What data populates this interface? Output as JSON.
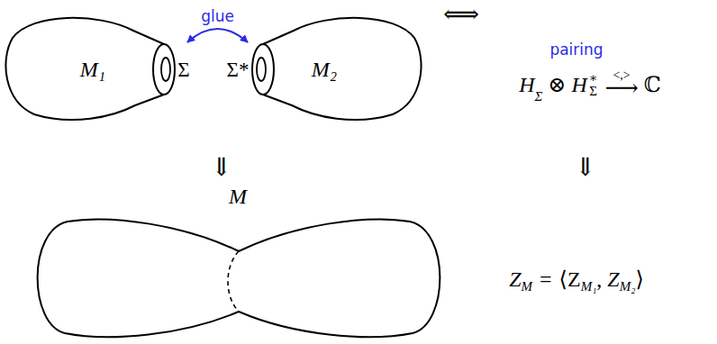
{
  "diagram": {
    "nodes": [
      {
        "text": [
          "M₁"
        ]
      },
      {
        "text": [
          "M₂"
        ]
      },
      {
        "text": [
          "M"
        ]
      }
    ],
    "edges": [
      {
        "from": 0,
        "to": 1,
        "arrow": "both",
        "label": "glue"
      }
    ],
    "labels": [
      "Σ",
      "Σ*",
      "⟺",
      "pairing",
      "H",
      "Σ",
      "⊗",
      "H",
      "∗",
      "Σ",
      "<,>",
      "⟶",
      "ℂ",
      "⇓",
      "⇓",
      "Z",
      "M",
      "=",
      "⟨Z",
      "M₁",
      ",",
      "Z",
      "M₂",
      "⟩"
    ]
  }
}
